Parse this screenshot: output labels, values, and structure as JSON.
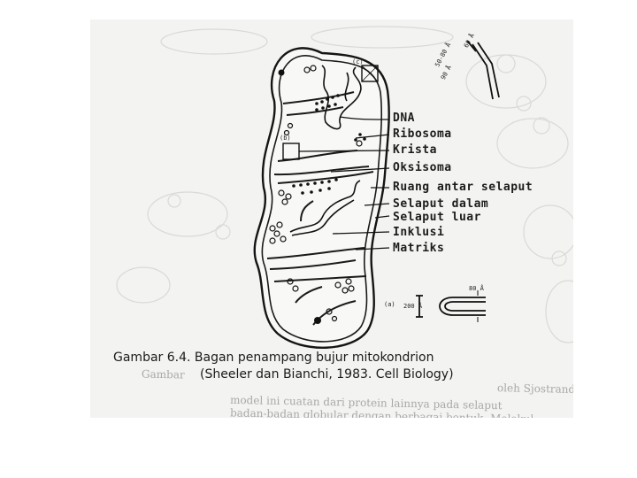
{
  "labels": {
    "dna": "DNA",
    "ribosoma": "Ribosoma",
    "krista": "Krista",
    "oksisoma": "Oksisoma",
    "ruang_antar_selaput": "Ruang antar selaput",
    "selaput_dalam": "Selaput dalam",
    "selaput_luar": "Selaput luar",
    "inklusi": "Inklusi",
    "matriks": "Matriks"
  },
  "insets": {
    "top_letter": "(c)",
    "top_left_letter": "(b)",
    "bottom_letter": "(a)",
    "dim_top_1": "50-80 Å",
    "dim_top_2": "60 Å",
    "dim_top_3": "90 Å",
    "dim_bottom_1": "200 Å",
    "dim_bottom_2": "80 Å"
  },
  "caption": {
    "line1": "Gambar 6.4. Bagan penampang bujur mitokondrion",
    "line2": "(Sheeler dan Bianchi, 1983. Cell Biology)"
  },
  "bleed_text": {
    "line1": "Gambar",
    "line2": "oleh Sjostrand",
    "line3": "model ini cuatan dari protein lainnya pada selaput",
    "line4": "badan-badan globular dengan berbagai bentuk. Molekul"
  }
}
